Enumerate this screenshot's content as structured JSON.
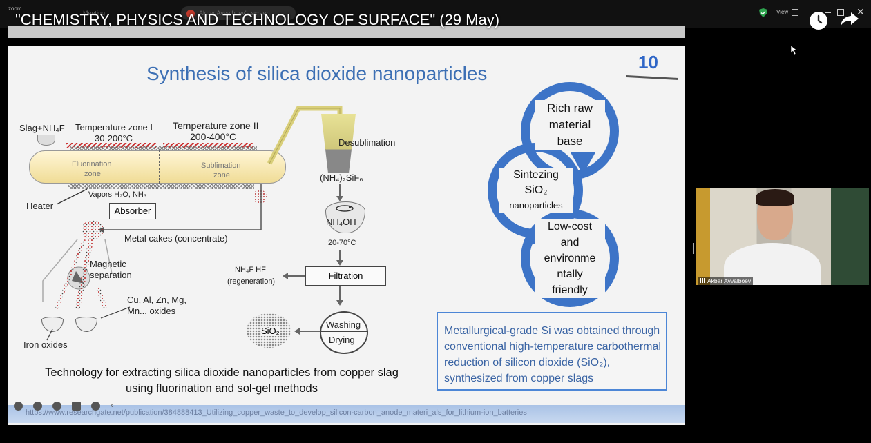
{
  "topbar": {
    "app_name": "zoom",
    "video_title": "\"CHEMISTRY, PHYSICS AND TECHNOLOGY OF SURFACE\" (29 May)",
    "meeting_tab": "Meeting",
    "share_tab": "Akbar Avvalboev's screen",
    "view_label": "View",
    "close_glyph": "✕"
  },
  "slide": {
    "title": "Synthesis of silica dioxide nanoparticles",
    "number": "10",
    "diagram": {
      "slag": "Slag+NH₄F",
      "zone1": "Temperature zone I",
      "zone1_temp": "30-200°C",
      "zone2": "Temperature zone II",
      "zone2_temp": "200-400°C",
      "fluorination_1": "Fluorination",
      "fluorination_2": "zone",
      "sublimation_1": "Sublimation",
      "sublimation_2": "zone",
      "desublimation": "Desublimation",
      "nh4_sif6": "(NH₄)₂SiF₆",
      "vapors": "Vapors H₂O, NH₃",
      "heater": "Heater",
      "absorber": "Absorber",
      "metal_cakes": "Metal cakes (concentrate)",
      "nh4oh": "NH₄OH",
      "nh4oh_temp": "20-70°C",
      "magnetic_1": "Magnetic",
      "magnetic_2": "separation",
      "nh4f_hf": "NH₄F HF",
      "regeneration": "(regeneration)",
      "filtration": "Filtration",
      "oxides_1": "Cu, Al, Zn, Mg,",
      "oxides_2": "Mn... oxides",
      "washing": "Washing",
      "drying": "Drying",
      "sio2": "SiO₂",
      "iron_oxides": "Iron oxides"
    },
    "cycle": {
      "step1": [
        "Rich raw",
        "material",
        "base"
      ],
      "step2": [
        "Sintezing",
        "SiO₂",
        "nanoparticles"
      ],
      "step3": [
        "Low-cost",
        "and",
        "environme",
        "ntally",
        "friendly"
      ]
    },
    "info_box": "Metallurgical-grade Si was obtained through conventional high-temperature carbothermal reduction of silicon dioxide (SiO₂), synthesized from copper slags",
    "caption": "Technology for extracting silica dioxide nanoparticles from copper slag using fluorination and sol-gel methods",
    "url": "https://www.researchgate.net/publication/384888413_Utilizing_copper_waste_to_develop_silicon-carbon_anode_materi_als_for_lithium-ion_batteries"
  },
  "webcam": {
    "participant_name": "Akbar Avvalboev"
  },
  "colors": {
    "title_blue": "#3c6fb4",
    "cycle_blue": "#3d74c7",
    "info_border": "#4c86d6"
  },
  "icons": [
    "clock-icon",
    "share-arrow-icon",
    "security-shield-icon",
    "mouse-cursor-icon",
    "signal-icon"
  ]
}
